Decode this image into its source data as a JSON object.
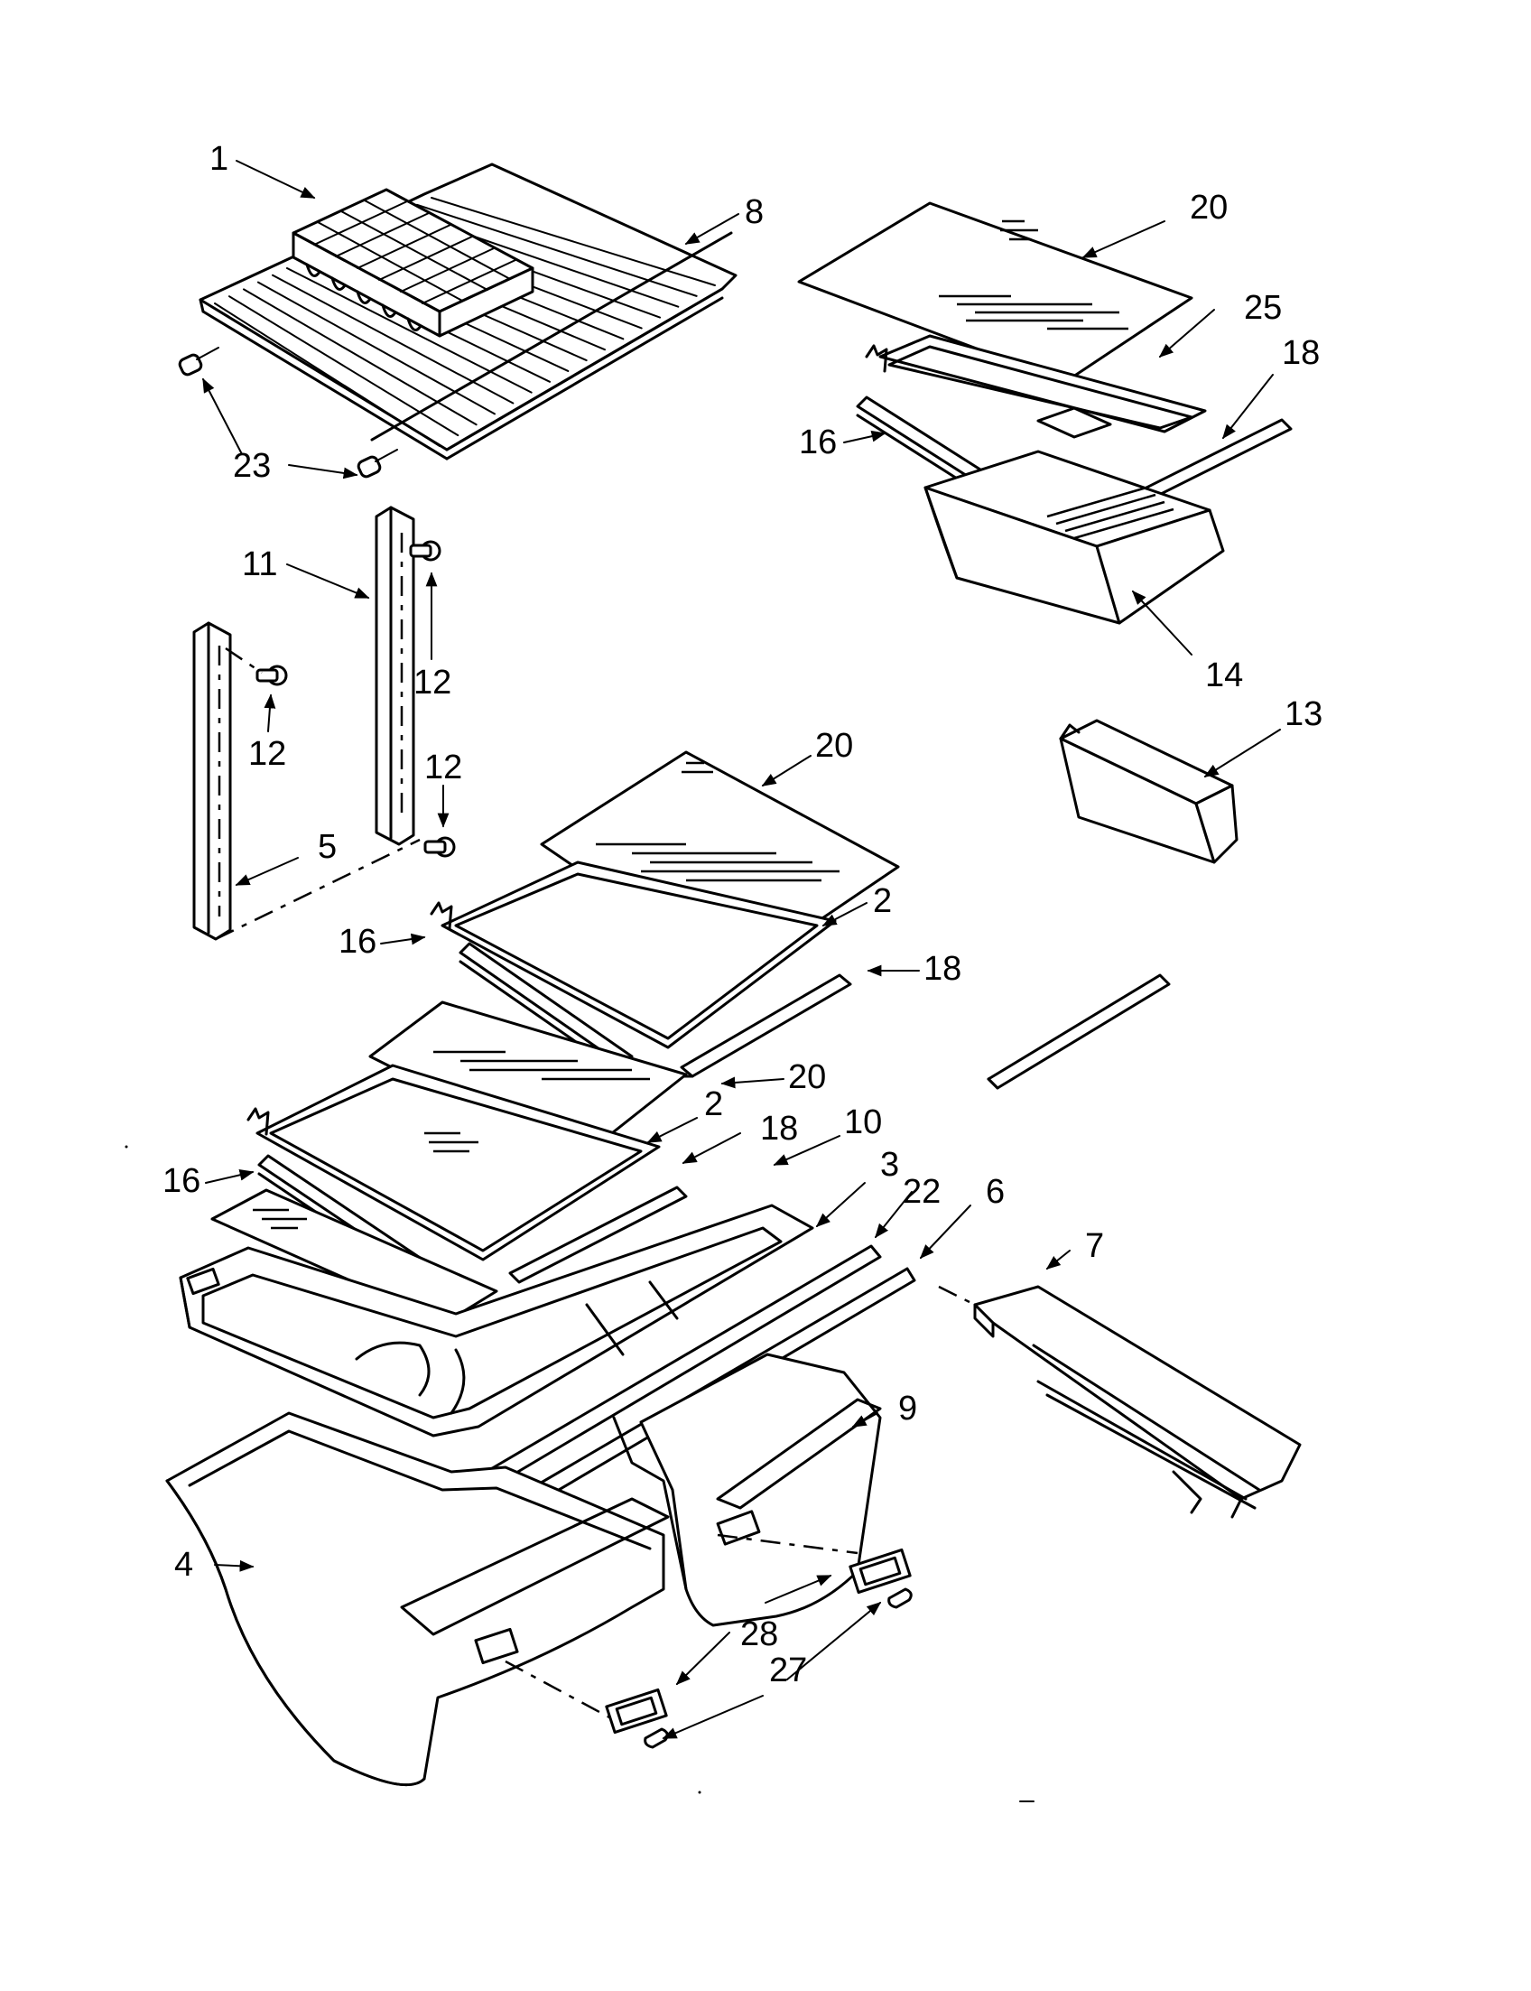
{
  "diagram": {
    "callouts": [
      {
        "id": "c1",
        "label": "1"
      },
      {
        "id": "c8",
        "label": "8"
      },
      {
        "id": "c23",
        "label": "23"
      },
      {
        "id": "c11",
        "label": "11"
      },
      {
        "id": "c12a",
        "label": "12"
      },
      {
        "id": "c12b",
        "label": "12"
      },
      {
        "id": "c12c",
        "label": "12"
      },
      {
        "id": "c5",
        "label": "5"
      },
      {
        "id": "c20a",
        "label": "20"
      },
      {
        "id": "c25",
        "label": "25"
      },
      {
        "id": "c18a",
        "label": "18"
      },
      {
        "id": "c16a",
        "label": "16"
      },
      {
        "id": "c14",
        "label": "14"
      },
      {
        "id": "c13",
        "label": "13"
      },
      {
        "id": "c20b",
        "label": "20"
      },
      {
        "id": "c2a",
        "label": "2"
      },
      {
        "id": "c16b",
        "label": "16"
      },
      {
        "id": "c18b",
        "label": "18"
      },
      {
        "id": "c20c",
        "label": "20"
      },
      {
        "id": "c2b",
        "label": "2"
      },
      {
        "id": "c18c",
        "label": "18"
      },
      {
        "id": "c10",
        "label": "10"
      },
      {
        "id": "c16c",
        "label": "16"
      },
      {
        "id": "c3",
        "label": "3"
      },
      {
        "id": "c22",
        "label": "22"
      },
      {
        "id": "c6",
        "label": "6"
      },
      {
        "id": "c7",
        "label": "7"
      },
      {
        "id": "c9",
        "label": "9"
      },
      {
        "id": "c4",
        "label": "4"
      },
      {
        "id": "c28",
        "label": "28"
      },
      {
        "id": "c27",
        "label": "27"
      }
    ]
  }
}
